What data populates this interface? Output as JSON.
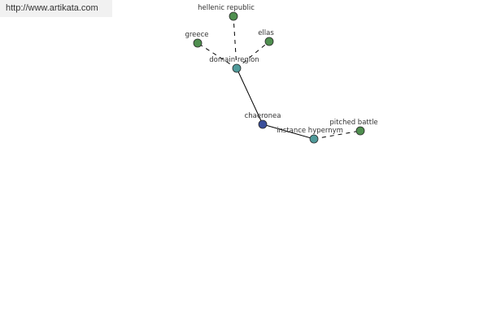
{
  "source_url": "http://www.artikata.com",
  "colors": {
    "word_node": "#4f8f4f",
    "relation_node": "#4f9a9a",
    "center_node": "#3a4f9a",
    "edge": "#000000",
    "label": "#333333"
  },
  "graph": {
    "center": "chaeronea",
    "nodes": [
      {
        "id": "chaeronea",
        "label": "chaeronea",
        "kind": "center"
      },
      {
        "id": "domain_region",
        "label": "domain region",
        "kind": "relation"
      },
      {
        "id": "instance_hypernym",
        "label": "instance hypernym",
        "kind": "relation"
      },
      {
        "id": "hellenic_republic",
        "label": "hellenic republic",
        "kind": "word"
      },
      {
        "id": "greece",
        "label": "greece",
        "kind": "word"
      },
      {
        "id": "ellas",
        "label": "ellas",
        "kind": "word"
      },
      {
        "id": "pitched_battle",
        "label": "pitched battle",
        "kind": "word"
      }
    ],
    "edges": [
      {
        "from": "chaeronea",
        "to": "domain_region",
        "style": "solid"
      },
      {
        "from": "chaeronea",
        "to": "instance_hypernym",
        "style": "solid"
      },
      {
        "from": "domain_region",
        "to": "hellenic_republic",
        "style": "dashed"
      },
      {
        "from": "domain_region",
        "to": "greece",
        "style": "dashed"
      },
      {
        "from": "domain_region",
        "to": "ellas",
        "style": "dashed"
      },
      {
        "from": "instance_hypernym",
        "to": "pitched_battle",
        "style": "dashed"
      }
    ]
  }
}
